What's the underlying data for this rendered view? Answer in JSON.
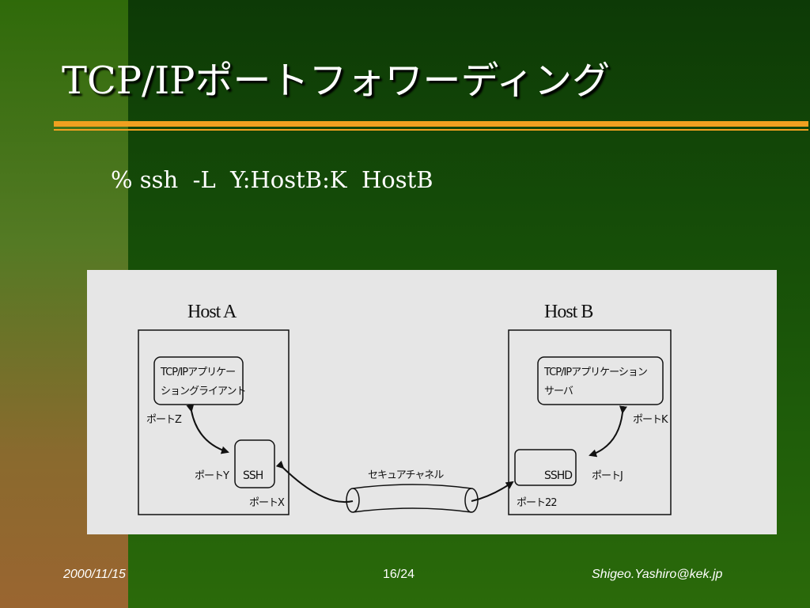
{
  "slide": {
    "title": "TCP/IPポートフォワーディング",
    "command": "% ssh  -L  Y:HostB:K  HostB"
  },
  "diagram": {
    "host_a": {
      "title": "Host A",
      "app_line1": "TCP/IPアプリケー",
      "app_line2": "ショングライアント",
      "port_z": "ポートZ",
      "port_y": "ポートY",
      "ssh": "SSH",
      "port_x": "ポートX"
    },
    "host_b": {
      "title": "Host B",
      "app_line1": "TCP/IPアプリケーション",
      "app_line2": "サーバ",
      "port_k": "ポートK",
      "sshd": "SSHD",
      "port_j": "ポートJ",
      "port_22": "ポート22"
    },
    "channel_label": "セキュアチャネル"
  },
  "footer": {
    "date": "2000/11/15",
    "page": "16/24",
    "email": "Shigeo.Yashiro@kek.jp"
  },
  "colors": {
    "accent_rule": "#f0a020",
    "panel_bg": "#e6e6e6"
  }
}
